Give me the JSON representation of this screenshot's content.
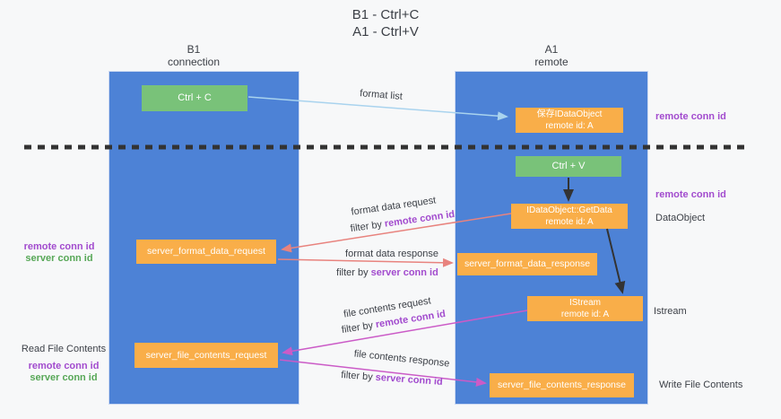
{
  "title": {
    "line1": "B1 - Ctrl+C",
    "line2": "A1 - Ctrl+V"
  },
  "columns": {
    "left": {
      "name": "B1",
      "role": "connection"
    },
    "right": {
      "name": "A1",
      "role": "remote"
    }
  },
  "boxes": {
    "ctrl_c": "Ctrl + C",
    "ctrl_v": "Ctrl + V",
    "idataobject_saved": {
      "line1": "保存IDataObject",
      "line2": "remote id: A"
    },
    "idataobject_getdata": {
      "line1": "IDataObject::GetData",
      "line2": "remote id: A"
    },
    "istream": {
      "line1": "IStream",
      "line2": "remote id: A"
    },
    "server_format_data_request": "server_format_data_request",
    "server_format_data_response": "server_format_data_response",
    "server_file_contents_request": "server_file_contents_request",
    "server_file_contents_response": "server_file_contents_response"
  },
  "labels": {
    "format_list": "format list",
    "format_data_request": "format data request",
    "format_data_response": "format data response",
    "file_contents_request": "file contents request",
    "file_contents_response": "file contents response",
    "filter_by": "filter by",
    "remote_conn_id": "remote conn id",
    "server_conn_id": "server conn id",
    "dataobject": "DataObject",
    "istream": "Istream",
    "read_file_contents": "Read File Contents",
    "write_file_contents": "Write File Contents"
  },
  "colors": {
    "background": "#f7f8f9",
    "column_blue": "#4d82d6",
    "box_orange": "#f9ae49",
    "box_green": "#79c279",
    "arrow_blue": "#a9d3ee",
    "arrow_salmon": "#e8837e",
    "arrow_magenta": "#cb5bc7",
    "arrow_black": "#333333",
    "text_dark": "#3b3f46",
    "text_purple": "#a24bce",
    "text_green": "#57a757",
    "dash_color": "#333333"
  }
}
